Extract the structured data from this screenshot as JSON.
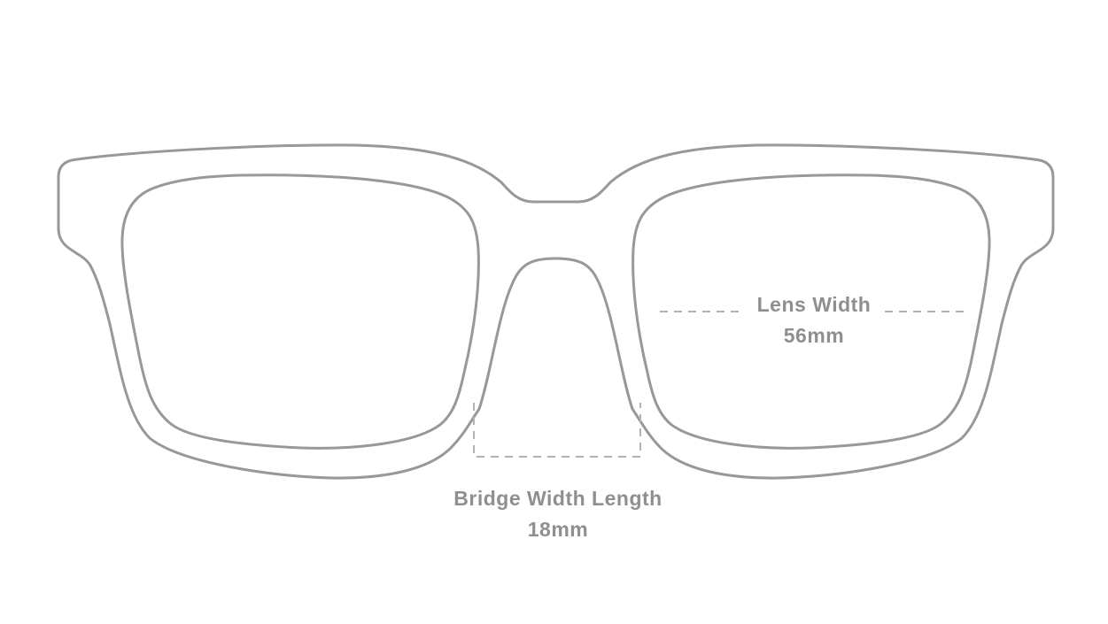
{
  "diagram": {
    "name": "glasses-frame-measurement-diagram",
    "description": "Front view line drawing of an eyeglasses frame with measurement callouts",
    "measurements": {
      "lens_width": {
        "label": "Lens Width",
        "value": "56mm"
      },
      "bridge_width": {
        "label": "Bridge Width Length",
        "value": "18mm"
      }
    },
    "colors": {
      "outline": "#989898",
      "dash": "#b2b2b2",
      "text": "#8f8f8f",
      "background": "#ffffff"
    }
  }
}
